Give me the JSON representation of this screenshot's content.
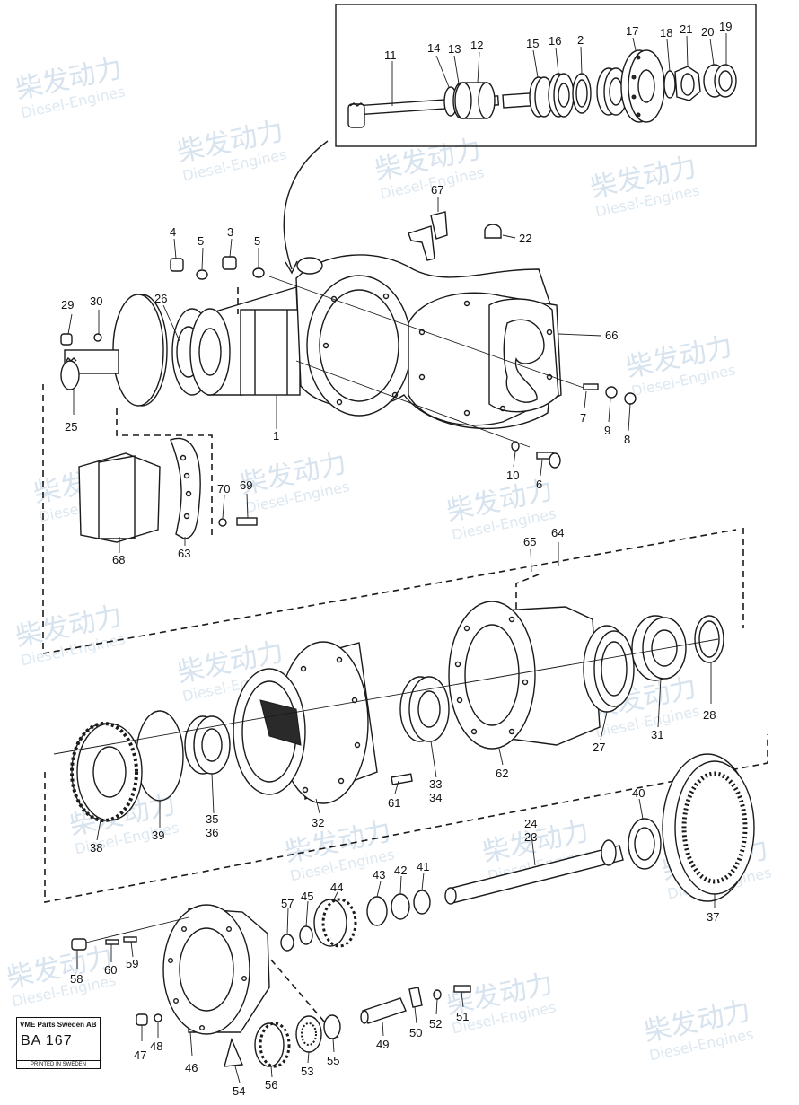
{
  "watermark": {
    "brand_cn": "柴发动力",
    "brand_en": "Diesel-Engines"
  },
  "stamp": {
    "company": "VME Parts Sweden AB",
    "code": "BA  167",
    "footer": "PRINTED IN SWEDEN"
  },
  "callouts": [
    "11",
    "14",
    "13",
    "12",
    "15",
    "16",
    "2",
    "17",
    "18",
    "21",
    "20",
    "19",
    "67",
    "22",
    "4",
    "5",
    "3",
    "5",
    "29",
    "30",
    "26",
    "66",
    "25",
    "1",
    "7",
    "9",
    "8",
    "10",
    "6",
    "70",
    "69",
    "68",
    "63",
    "65",
    "64",
    "28",
    "31",
    "27",
    "62",
    "33",
    "34",
    "61",
    "38",
    "39",
    "35",
    "36",
    "32",
    "24",
    "23",
    "40",
    "37",
    "43",
    "42",
    "41",
    "44",
    "45",
    "57",
    "58",
    "60",
    "59",
    "47",
    "48",
    "46",
    "49",
    "50",
    "52",
    "51",
    "54",
    "56",
    "53",
    "55"
  ]
}
